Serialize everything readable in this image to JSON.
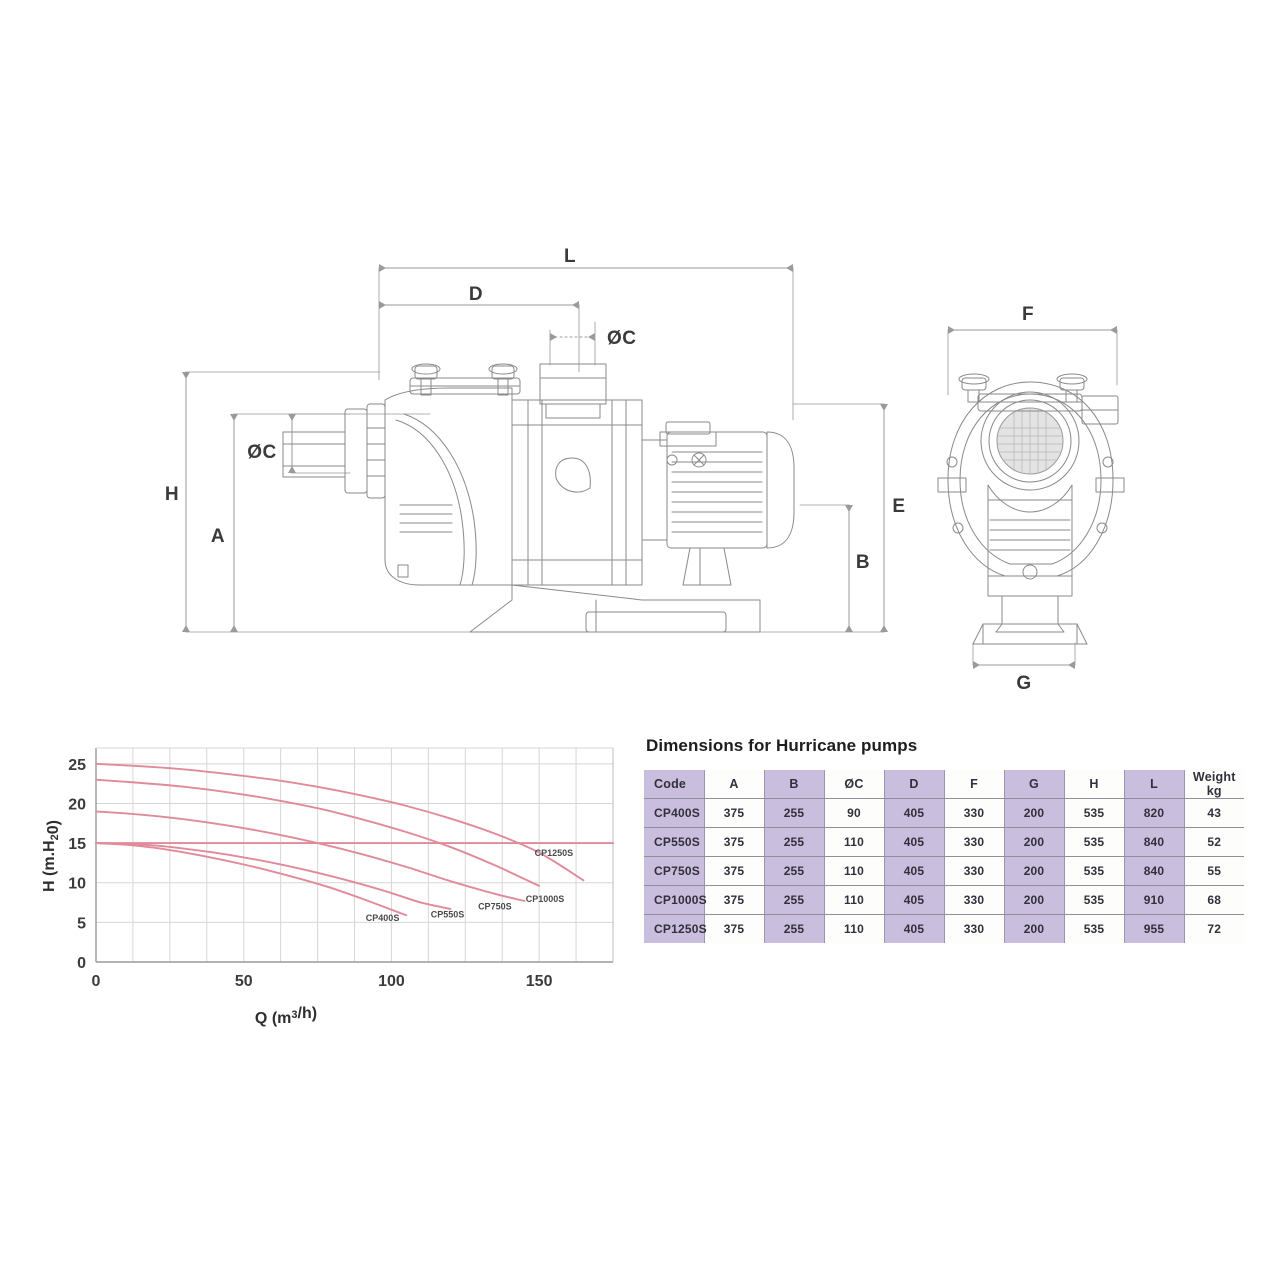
{
  "drawing": {
    "side_view": {
      "name": "pump-side-view",
      "dimension_labels": [
        "L",
        "D",
        "ØC",
        "ØC",
        "H",
        "A",
        "E",
        "B"
      ]
    },
    "front_view": {
      "name": "pump-front-view",
      "dimension_labels": [
        "F",
        "G"
      ]
    },
    "labels": {
      "L": "L",
      "D": "D",
      "OC_top": "ØC",
      "OC_left": "ØC",
      "H": "H",
      "A": "A",
      "E": "E",
      "B": "B",
      "F": "F",
      "G": "G"
    }
  },
  "chart_data": {
    "type": "line",
    "title": "",
    "xlabel": "Q (m³/h)",
    "ylabel": "H (m.H²0)",
    "xlim": [
      0,
      175
    ],
    "ylim": [
      0,
      27
    ],
    "xticks": [
      0,
      50,
      100,
      150
    ],
    "yticks": [
      0,
      5,
      10,
      15,
      20,
      25
    ],
    "xtick_labels": [
      "0",
      "50",
      "100",
      "150"
    ],
    "ytick_labels": [
      "0",
      "5",
      "10",
      "15",
      "20",
      "25"
    ],
    "grid": true,
    "legend": "inline-curve-labels",
    "line_color": "#e08a9a",
    "series": [
      {
        "name": "CP400S",
        "label": "CP400S",
        "label_x": 97,
        "label_y": 5.2,
        "x": [
          0,
          10,
          20,
          30,
          40,
          50,
          60,
          70,
          80,
          90,
          100,
          105
        ],
        "y": [
          15.0,
          14.8,
          14.4,
          13.8,
          13.1,
          12.3,
          11.4,
          10.4,
          9.3,
          8.0,
          6.6,
          5.9
        ]
      },
      {
        "name": "CP550S",
        "label": "CP550S",
        "label_x": 119,
        "label_y": 5.6,
        "x": [
          0,
          10,
          20,
          30,
          40,
          50,
          60,
          70,
          80,
          90,
          100,
          110,
          120
        ],
        "y": [
          15.0,
          14.9,
          14.7,
          14.3,
          13.8,
          13.2,
          12.5,
          11.7,
          10.8,
          9.8,
          8.7,
          7.5,
          6.7
        ]
      },
      {
        "name": "CP750S",
        "label": "CP750S",
        "label_x": 135,
        "label_y": 6.6,
        "x": [
          0,
          15,
          30,
          45,
          60,
          75,
          90,
          105,
          120,
          135,
          145
        ],
        "y": [
          19.0,
          18.6,
          18.0,
          17.2,
          16.2,
          15.0,
          13.6,
          12.0,
          10.2,
          8.6,
          7.7
        ]
      },
      {
        "name": "CP1000S",
        "label": "CP1000S",
        "label_x": 152,
        "label_y": 7.6,
        "x": [
          0,
          15,
          30,
          45,
          60,
          75,
          90,
          105,
          120,
          135,
          150
        ],
        "y": [
          23.0,
          22.6,
          22.1,
          21.4,
          20.5,
          19.4,
          18.0,
          16.4,
          14.5,
          12.2,
          9.6
        ]
      },
      {
        "name": "CP1250S",
        "label": "CP1250S",
        "label_x": 155,
        "label_y": 13.4,
        "x": [
          0,
          15,
          30,
          45,
          60,
          75,
          90,
          105,
          120,
          135,
          150,
          165
        ],
        "y": [
          25.0,
          24.7,
          24.3,
          23.7,
          23.0,
          22.1,
          21.0,
          19.7,
          18.1,
          16.2,
          13.8,
          10.3
        ]
      },
      {
        "name": "reference-line-15m",
        "label": "",
        "x": [
          0,
          175
        ],
        "y": [
          15.0,
          15.0
        ]
      }
    ]
  },
  "table": {
    "title": "Dimensions for Hurricane pumps",
    "columns": [
      {
        "key": "code",
        "label": "Code",
        "shaded": true
      },
      {
        "key": "A",
        "label": "A",
        "shaded": false
      },
      {
        "key": "B",
        "label": "B",
        "shaded": true
      },
      {
        "key": "OC",
        "label": "ØC",
        "shaded": false
      },
      {
        "key": "D",
        "label": "D",
        "shaded": true
      },
      {
        "key": "F",
        "label": "F",
        "shaded": false
      },
      {
        "key": "G",
        "label": "G",
        "shaded": true
      },
      {
        "key": "H",
        "label": "H",
        "shaded": false
      },
      {
        "key": "L",
        "label": "L",
        "shaded": true
      },
      {
        "key": "weight",
        "label": "Weight kg",
        "shaded": false
      }
    ],
    "rows": [
      {
        "code": "CP400S",
        "A": "375",
        "B": "255",
        "OC": "90",
        "D": "405",
        "F": "330",
        "G": "200",
        "H": "535",
        "L": "820",
        "weight": "43"
      },
      {
        "code": "CP550S",
        "A": "375",
        "B": "255",
        "OC": "110",
        "D": "405",
        "F": "330",
        "G": "200",
        "H": "535",
        "L": "840",
        "weight": "52"
      },
      {
        "code": "CP750S",
        "A": "375",
        "B": "255",
        "OC": "110",
        "D": "405",
        "F": "330",
        "G": "200",
        "H": "535",
        "L": "840",
        "weight": "55"
      },
      {
        "code": "CP1000S",
        "A": "375",
        "B": "255",
        "OC": "110",
        "D": "405",
        "F": "330",
        "G": "200",
        "H": "535",
        "L": "910",
        "weight": "68"
      },
      {
        "code": "CP1250S",
        "A": "375",
        "B": "255",
        "OC": "110",
        "D": "405",
        "F": "330",
        "G": "200",
        "H": "535",
        "L": "955",
        "weight": "72"
      }
    ]
  },
  "colors": {
    "shade": "#c9bedd",
    "plain": "#fdfdfb",
    "curve": "#e08a9a",
    "grid": "#d7d7d7",
    "line": "#8a8a8a"
  }
}
